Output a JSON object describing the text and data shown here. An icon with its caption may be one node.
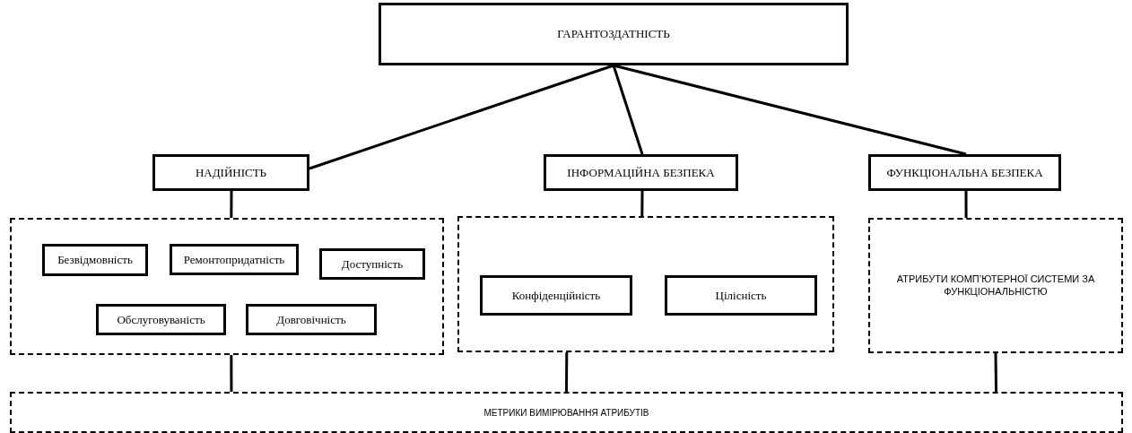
{
  "diagram": {
    "nodes": [
      {
        "text": [
          "ГАРАНТОЗДАТНІСТЬ"
        ]
      },
      {
        "text": [
          "НАДІЙНІСТЬ"
        ]
      },
      {
        "text": [
          "ІНФОРМАЦІЙНА БЕЗПЕКА"
        ]
      },
      {
        "text": [
          "ФУНКЦІОНАЛЬНА БЕЗПЕКА"
        ]
      },
      {
        "text": [],
        "shape": "box"
      },
      {
        "text": [
          "Безвідмовність"
        ],
        "in": 4
      },
      {
        "text": [
          "Ремонтопридатність"
        ],
        "in": 4
      },
      {
        "text": [
          "Доступність"
        ],
        "in": 4
      },
      {
        "text": [
          "Обслуговуваність"
        ],
        "in": 4
      },
      {
        "text": [
          "Довговічність"
        ],
        "in": 4
      },
      {
        "text": [],
        "shape": "box"
      },
      {
        "text": [
          "Конфіденційність"
        ],
        "in": 10
      },
      {
        "text": [
          "Цілісність"
        ],
        "in": 10
      },
      {
        "text": [
          "АТРИБУТИ КОМП’ЮТЕРНОЇ СИСТЕМИ ЗА ФУНКЦІОНАЛЬНІСТЮ"
        ]
      },
      {
        "text": [
          "МЕТРИКИ ВИМІРЮВАННЯ АТРИБУТІВ"
        ]
      }
    ],
    "edges": [
      {
        "from": 0,
        "to": 1,
        "arrow": "none"
      },
      {
        "from": 0,
        "to": 2,
        "arrow": "none"
      },
      {
        "from": 0,
        "to": 3,
        "arrow": "none"
      },
      {
        "from": 1,
        "to": 4,
        "arrow": "none"
      },
      {
        "from": 2,
        "to": 10,
        "arrow": "none"
      },
      {
        "from": 3,
        "to": 13,
        "arrow": "none"
      },
      {
        "from": 4,
        "to": 14,
        "arrow": "none"
      },
      {
        "from": 10,
        "to": 14,
        "arrow": "none"
      },
      {
        "from": 13,
        "to": 14,
        "arrow": "none"
      }
    ]
  }
}
